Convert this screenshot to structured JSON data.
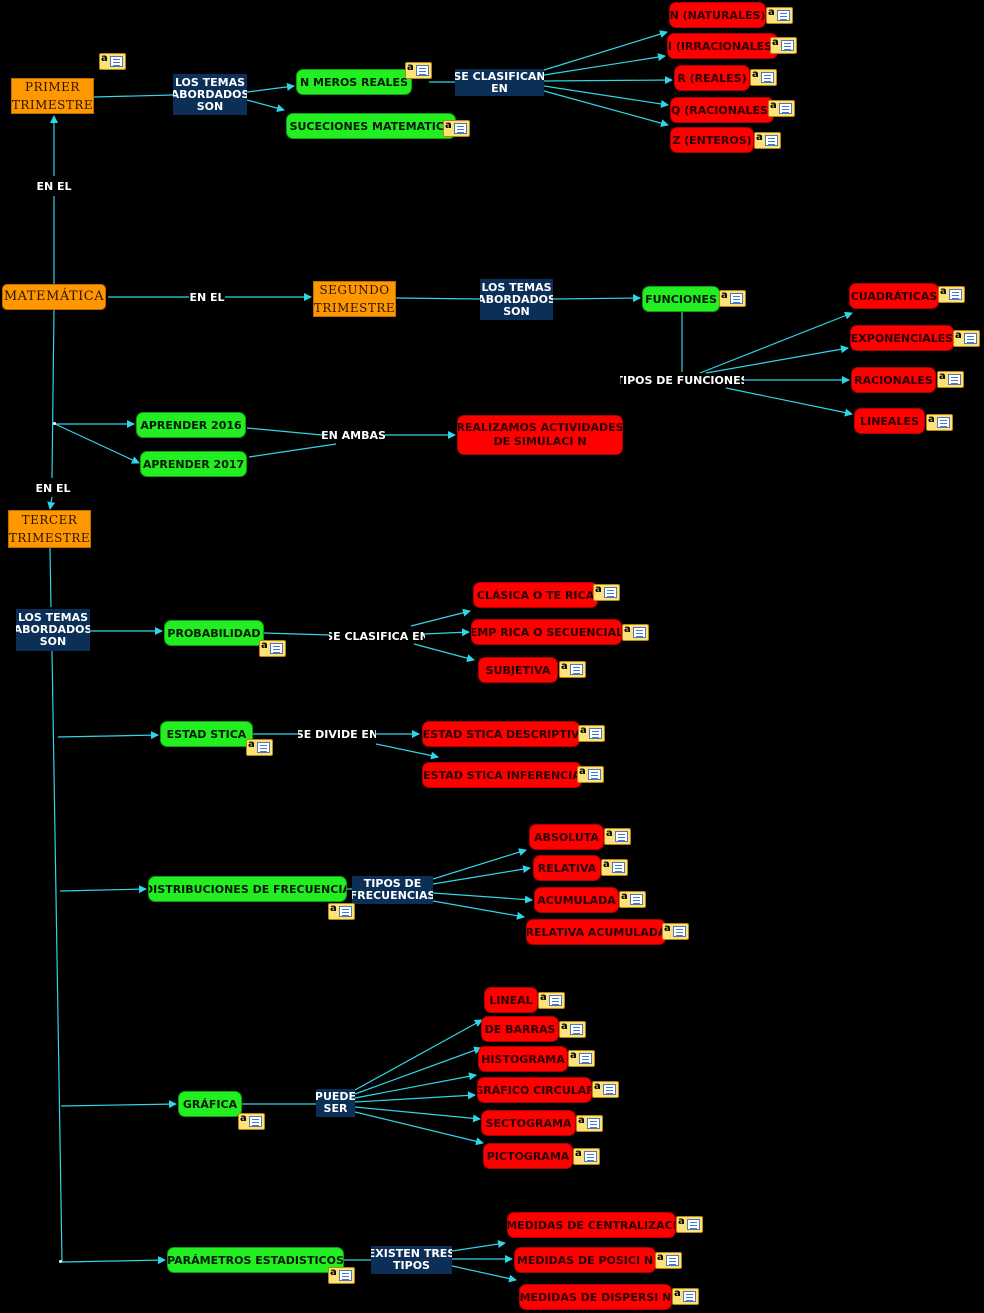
{
  "nodes": {
    "matematica": "MATEMÁTICA",
    "primer_trimestre": "PRIMER\nTRIMESTRE",
    "segundo_trimestre": "SEGUNDO\nTRIMESTRE",
    "tercer_trimestre": "TERCER\nTRIMESTRE",
    "numeros_reales": "N MEROS REALES",
    "suceciones": "SUCECIONES MATEMATICA",
    "n_naturales": "N (NATURALES)",
    "i_irracionales": "I (IRRACIONALES)",
    "r_reales": "R (REALES)",
    "q_racionales": "Q (RACIONALES)",
    "z_enteros": "Z (ENTEROS)",
    "funciones": "FUNCIONES",
    "cuadraticas": "CUADRÁTICAS",
    "exponenciales": "EXPONENCIALES",
    "racionales": "RACIONALES",
    "lineales": "LINEALES",
    "aprender_2016": "APRENDER 2016",
    "aprender_2017": "APRENDER 2017",
    "realizamos": "REALIZAMOS ACTIVIDADES\nDE SIMULACI N",
    "probabilidad": "PROBABILIDAD",
    "clasica": "CLÁSICA O TE RICA",
    "empirica": "EMP RICA O SECUENCIAL",
    "subjetiva": "SUBJETIVA",
    "estadistica": "ESTAD STICA",
    "est_descriptiva": "ESTAD STICA DESCRIPTIV",
    "est_inferencial": "ESTAD STICA INFERENCIA",
    "distribuciones": "DISTRIBUCIONES DE FRECUENCIA",
    "absoluta": "ABSOLUTA",
    "relativa": "RELATIVA",
    "acumulada": "ACUMULADA",
    "relativa_acumulada": "RELATIVA ACUMULADA",
    "grafica": "GRÁFICA",
    "lineal": "LINEAL",
    "de_barras": "DE BARRAS",
    "histograma": "HISTOGRAMA",
    "grafico_circular": "GRÁFICO CIRCULAR",
    "sectograma": "SECTOGRAMA",
    "pictograma": "PICTOGRAMA",
    "parametros": "PARÁMETROS ESTADISTICOS",
    "centralizacion": "MEDIDAS DE CENTRALIZACI",
    "posicion": "MEDIDAS DE POSICI N",
    "dispersion": "MEDIDAS DE DISPERSI N"
  },
  "linking_phrases": {
    "en_el_1": "EN EL",
    "en_el_2": "EN EL",
    "en_el_3": "EN EL",
    "temas_1": "LOS TEMAS\nABORDADOS\nSON",
    "temas_2": "LOS TEMAS\nABORDADOS\nSON",
    "temas_3": "LOS TEMAS\nABORDADOS\nSON",
    "se_clasifican_en": "SE CLASIFICAN\nEN",
    "tipos_funciones": "TIPOS DE FUNCIONES",
    "en_ambas": "EN AMBAS",
    "se_clasifica_en": "SE CLASIFICA EN",
    "se_divide_en": "SE DIVIDE EN",
    "tipos_frecuencias": "TIPOS DE\nFRECUENCIAS",
    "puede_ser": "PUEDE\nSER",
    "existen_tres_tipos": "EXISTEN TRES\nTIPOS"
  },
  "note_icon_glyph": "a",
  "colors": {
    "background": "#000000",
    "trimester_node": "#ff9800",
    "topic_node": "#22ee22",
    "leaf_node": "#ff0000",
    "linking_box": "#0b2f57",
    "connector": "#2fd6e8"
  }
}
